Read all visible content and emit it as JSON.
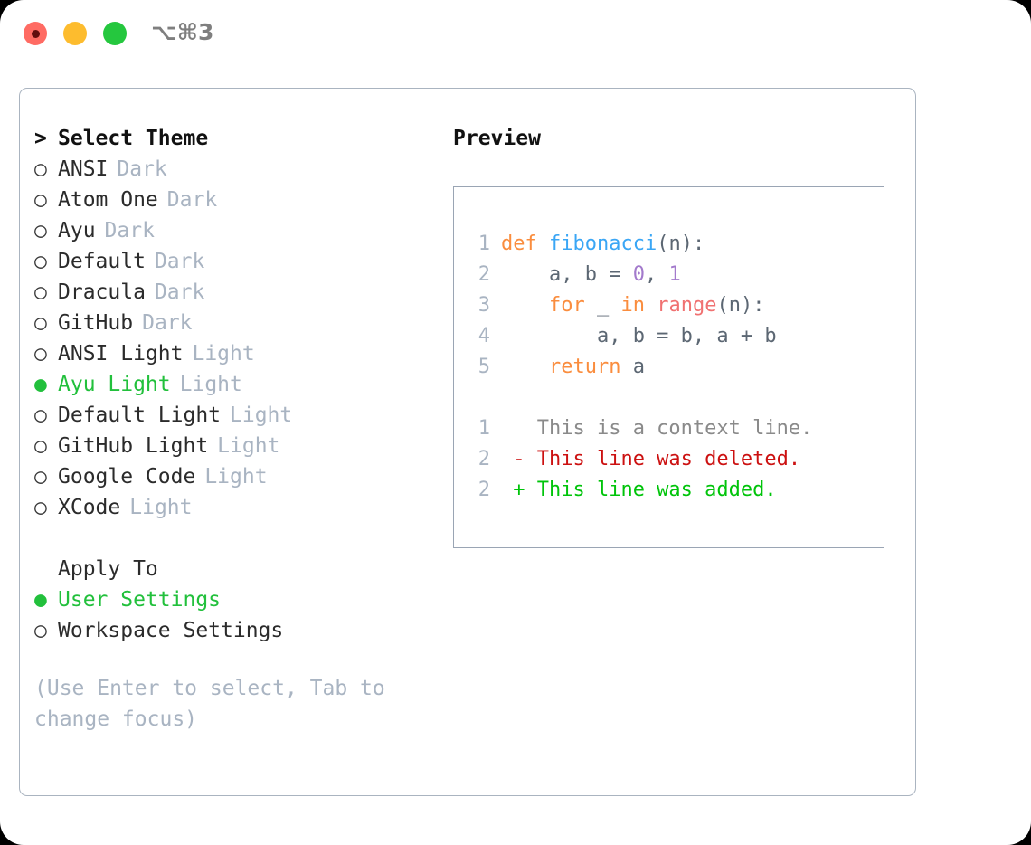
{
  "titlebar": {
    "shortcut": "⌥⌘3",
    "lights": [
      "close-light",
      "minimize-light",
      "maximize-light"
    ]
  },
  "theme_section": {
    "caret": ">",
    "heading": "Select Theme",
    "bullet_selected": "●",
    "bullet_unselected": "○",
    "items": [
      {
        "name": "ANSI",
        "badge": "Dark",
        "selected": false
      },
      {
        "name": "Atom One",
        "badge": "Dark",
        "selected": false
      },
      {
        "name": "Ayu",
        "badge": "Dark",
        "selected": false
      },
      {
        "name": "Default",
        "badge": "Dark",
        "selected": false
      },
      {
        "name": "Dracula",
        "badge": "Dark",
        "selected": false
      },
      {
        "name": "GitHub",
        "badge": "Dark",
        "selected": false
      },
      {
        "name": "ANSI Light",
        "badge": "Light",
        "selected": false
      },
      {
        "name": "Ayu Light",
        "badge": "Light",
        "selected": true
      },
      {
        "name": "Default Light",
        "badge": "Light",
        "selected": false
      },
      {
        "name": "GitHub Light",
        "badge": "Light",
        "selected": false
      },
      {
        "name": "Google Code",
        "badge": "Light",
        "selected": false
      },
      {
        "name": "XCode",
        "badge": "Light",
        "selected": false
      }
    ]
  },
  "apply_section": {
    "heading": "Apply To",
    "items": [
      {
        "name": "User Settings",
        "selected": true
      },
      {
        "name": "Workspace Settings",
        "selected": false
      }
    ]
  },
  "hint": "(Use Enter to select, Tab to change focus)",
  "preview": {
    "title": "Preview",
    "code_lines": [
      {
        "n": "1",
        "tokens": [
          {
            "t": "def",
            "c": "kw"
          },
          {
            "t": " ",
            "c": "pl"
          },
          {
            "t": "fibonacci",
            "c": "fn"
          },
          {
            "t": "(n):",
            "c": "pl"
          }
        ]
      },
      {
        "n": "2",
        "tokens": [
          {
            "t": "    a, b = ",
            "c": "pl"
          },
          {
            "t": "0",
            "c": "num"
          },
          {
            "t": ", ",
            "c": "pl"
          },
          {
            "t": "1",
            "c": "num"
          }
        ]
      },
      {
        "n": "3",
        "tokens": [
          {
            "t": "    ",
            "c": "pl"
          },
          {
            "t": "for",
            "c": "kw"
          },
          {
            "t": " _ ",
            "c": "pl"
          },
          {
            "t": "in",
            "c": "kw"
          },
          {
            "t": " ",
            "c": "pl"
          },
          {
            "t": "range",
            "c": "bi"
          },
          {
            "t": "(n):",
            "c": "pl"
          }
        ]
      },
      {
        "n": "4",
        "tokens": [
          {
            "t": "        a, b = b, a + b",
            "c": "pl"
          }
        ]
      },
      {
        "n": "5",
        "tokens": [
          {
            "t": "    ",
            "c": "pl"
          },
          {
            "t": "return",
            "c": "kw"
          },
          {
            "t": " a",
            "c": "pl"
          }
        ]
      }
    ],
    "diff_lines": [
      {
        "n": "1",
        "sign": " ",
        "text": "This is a context line.",
        "kind": "ctx"
      },
      {
        "n": "2",
        "sign": "-",
        "text": "This line was deleted.",
        "kind": "del"
      },
      {
        "n": "2",
        "sign": "+",
        "text": "This line was added.",
        "kind": "add"
      }
    ]
  },
  "colors": {
    "accent_green": "#22c03c",
    "muted": "#a9b4c2",
    "border": "#aab4c0",
    "keyword": "#fa8d3e",
    "function": "#3aa6f5",
    "number": "#a37acc",
    "builtin": "#f07171",
    "diff_add": "#00c40a",
    "diff_del": "#cc1111"
  }
}
